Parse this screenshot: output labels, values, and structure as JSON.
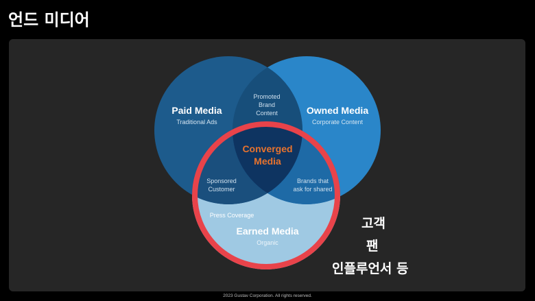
{
  "slide": {
    "title": "언드 미디어",
    "footer": "2023 Gustav Corporation. All rights reserved."
  },
  "venn": {
    "paid": {
      "title": "Paid Media",
      "subtitle": "Traditional Ads",
      "color": "#1d5b8c"
    },
    "owned": {
      "title": "Owned Media",
      "subtitle": "Corporate Content",
      "color": "#2a86c9"
    },
    "earned": {
      "title": "Earned Media",
      "subtitle": "Organic",
      "color": "#9fc9e3"
    },
    "paid_owned": {
      "line1": "Promoted",
      "line2": "Brand",
      "line3": "Content"
    },
    "paid_earned": {
      "line1": "Sponsored",
      "line2": "Customer"
    },
    "owned_earned": {
      "line1": "Brands that",
      "line2": "ask for shared"
    },
    "earned_extra": "Press Coverage",
    "center": {
      "line1": "Converged",
      "line2": "Media",
      "color": "#e8732e"
    },
    "highlight_color": "#e8434a"
  },
  "notes": {
    "line1": "고객",
    "line2": "팬",
    "line3": "인플루언서 등"
  }
}
